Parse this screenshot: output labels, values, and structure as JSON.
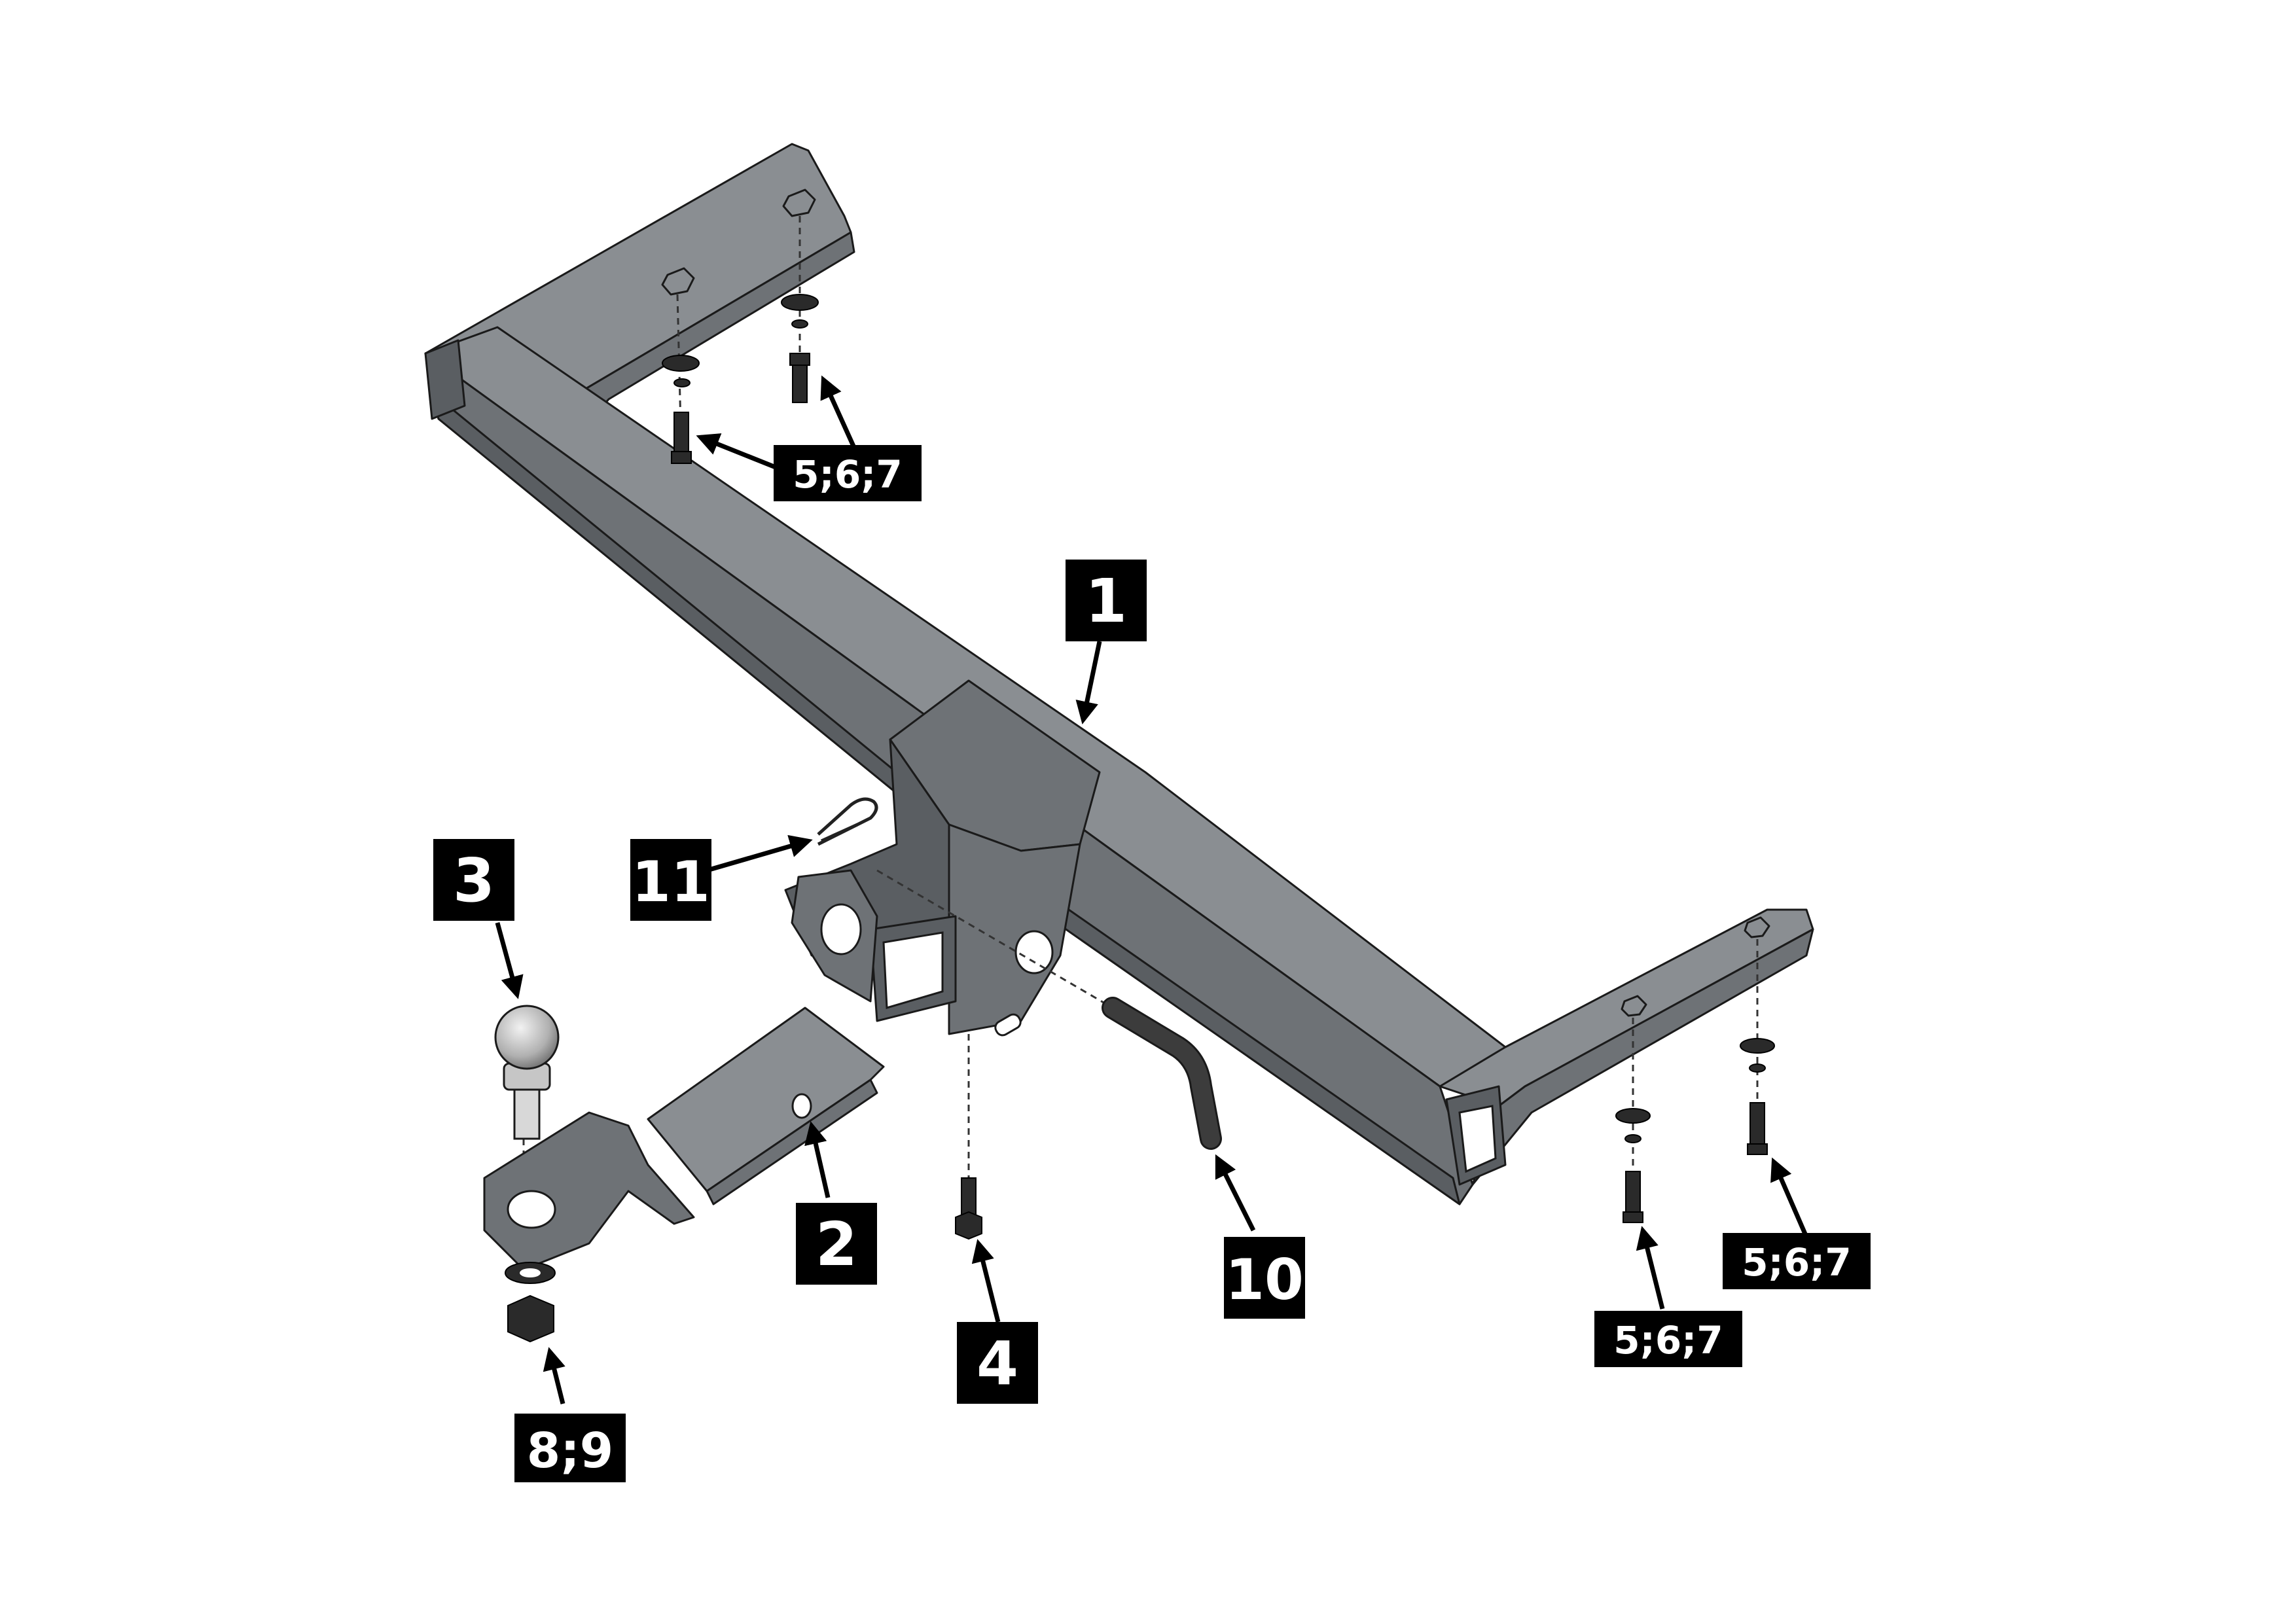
{
  "callouts": [
    {
      "id": "c1",
      "text": "1"
    },
    {
      "id": "c2",
      "text": "2"
    },
    {
      "id": "c3",
      "text": "3"
    },
    {
      "id": "c4",
      "text": "4"
    },
    {
      "id": "c10",
      "text": "10"
    },
    {
      "id": "c11",
      "text": "11"
    },
    {
      "id": "c89",
      "text": "8;9"
    },
    {
      "id": "c567a",
      "text": "5;6;7"
    },
    {
      "id": "c567b",
      "text": "5;6;7"
    },
    {
      "id": "c567c",
      "text": "5;6;7"
    }
  ],
  "colors": {
    "frame": "#6e7276",
    "label_bg": "#000000",
    "label_text": "#ffffff"
  }
}
